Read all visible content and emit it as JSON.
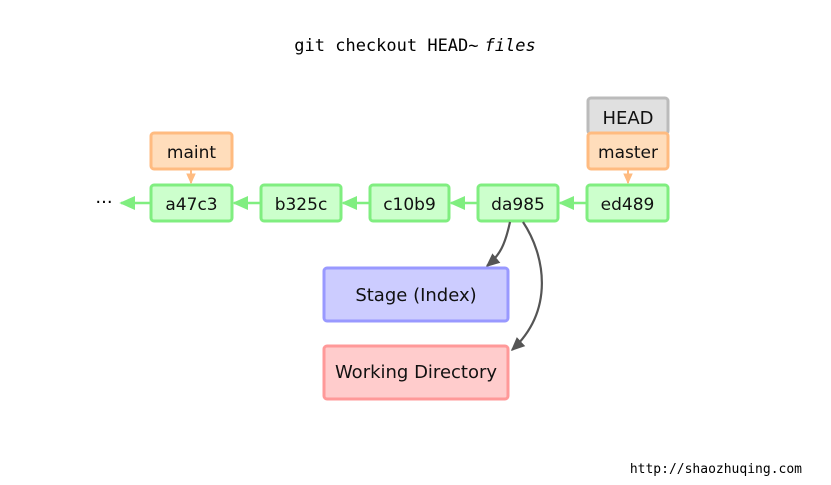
{
  "title": {
    "command": "git checkout HEAD~",
    "argument": "files"
  },
  "ellipsis": "···",
  "commits": [
    {
      "id": "a47c3"
    },
    {
      "id": "b325c"
    },
    {
      "id": "c10b9"
    },
    {
      "id": "da985"
    },
    {
      "id": "ed489"
    }
  ],
  "refs": {
    "head": "HEAD",
    "master": "master",
    "maint": "maint"
  },
  "areas": {
    "stage": "Stage (Index)",
    "working": "Working Directory"
  },
  "footer_url": "http://shaozhuqing.com",
  "colors": {
    "commit_fill": "#ccffcc",
    "commit_stroke": "#80ee80",
    "ref_fill": "#ffddbb",
    "ref_stroke": "#ffbb80",
    "head_fill": "#e0e0e0",
    "head_stroke": "#bbbbbb",
    "stage_fill": "#ccccff",
    "stage_stroke": "#9999ff",
    "working_fill": "#ffcccc",
    "working_stroke": "#ff9999",
    "flow_arrow": "#555555"
  }
}
